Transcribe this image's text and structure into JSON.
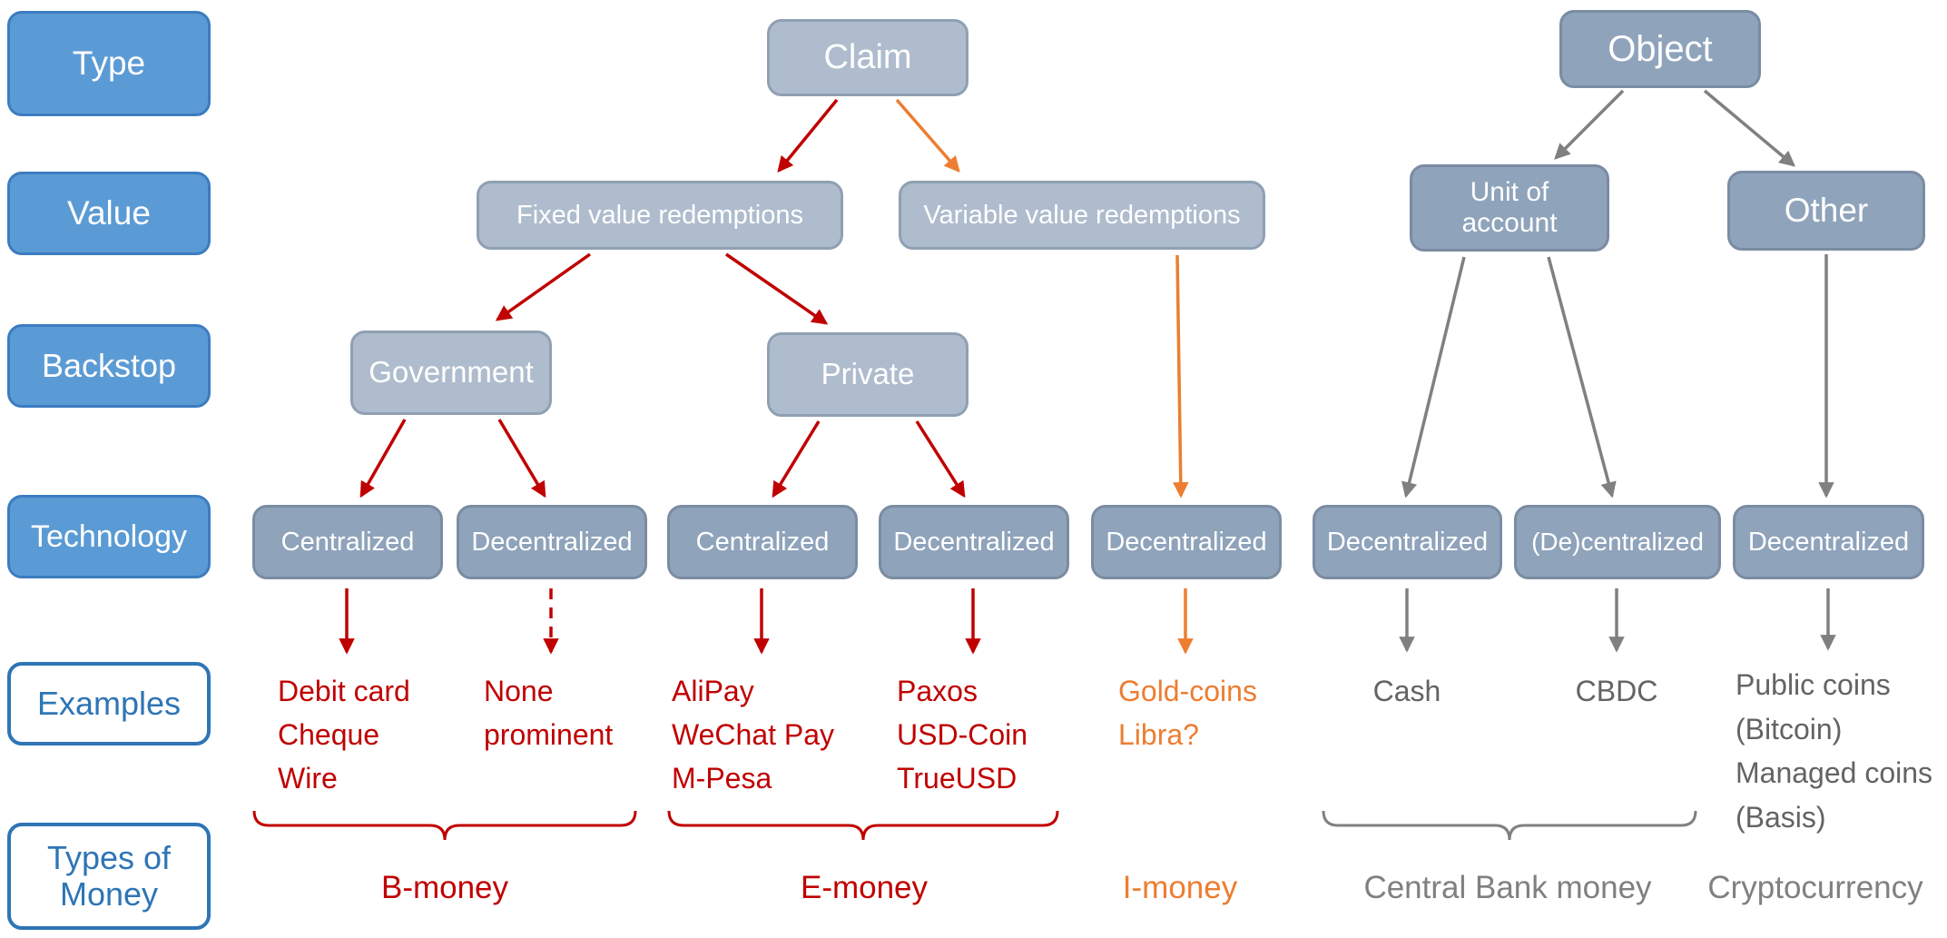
{
  "colors": {
    "blue": "#5B9BD5",
    "blue_dark": "#2E75B6",
    "red": "#C00000",
    "orange": "#ED7D31",
    "gray": "#808080",
    "node_light": "#AEBCCD",
    "node_mid": "#8FA3BB"
  },
  "row_labels": {
    "type": "Type",
    "value": "Value",
    "backstop": "Backstop",
    "technology": "Technology",
    "examples": "Examples",
    "types_of_money": "Types of Money"
  },
  "nodes": {
    "claim": "Claim",
    "object": "Object",
    "fixed_value": "Fixed value redemptions",
    "variable_value": "Variable value redemptions",
    "unit_of_account": "Unit of account",
    "other": "Other",
    "government": "Government",
    "private": "Private",
    "tech_gov_centralized": "Centralized",
    "tech_gov_decentralized": "Decentralized",
    "tech_priv_centralized": "Centralized",
    "tech_priv_decentralized": "Decentralized",
    "tech_variable_decentralized": "Decentralized",
    "tech_unit_decentralized": "Decentralized",
    "tech_unit_de_centralized": "(De)centralized",
    "tech_other_decentralized": "Decentralized"
  },
  "examples": {
    "b_money_centralized": {
      "lines": [
        "Debit card",
        "Cheque",
        "Wire"
      ]
    },
    "b_money_decentralized": {
      "lines": [
        "None",
        "prominent"
      ]
    },
    "e_money_centralized": {
      "lines": [
        "AliPay",
        "WeChat Pay",
        "M-Pesa"
      ]
    },
    "e_money_decentralized": {
      "lines": [
        "Paxos",
        "USD-Coin",
        "TrueUSD"
      ]
    },
    "i_money": {
      "lines": [
        "Gold-coins",
        "Libra?"
      ]
    },
    "central_bank_cash": {
      "lines": [
        "Cash"
      ]
    },
    "central_bank_cbdc": {
      "lines": [
        "CBDC"
      ]
    },
    "cryptocurrency": {
      "lines": [
        "Public coins",
        "(Bitcoin)",
        "Managed coins",
        "(Basis)"
      ]
    }
  },
  "money_types": {
    "b_money": "B-money",
    "e_money": "E-money",
    "i_money": "I-money",
    "central_bank": "Central Bank money",
    "cryptocurrency": "Cryptocurrency"
  }
}
